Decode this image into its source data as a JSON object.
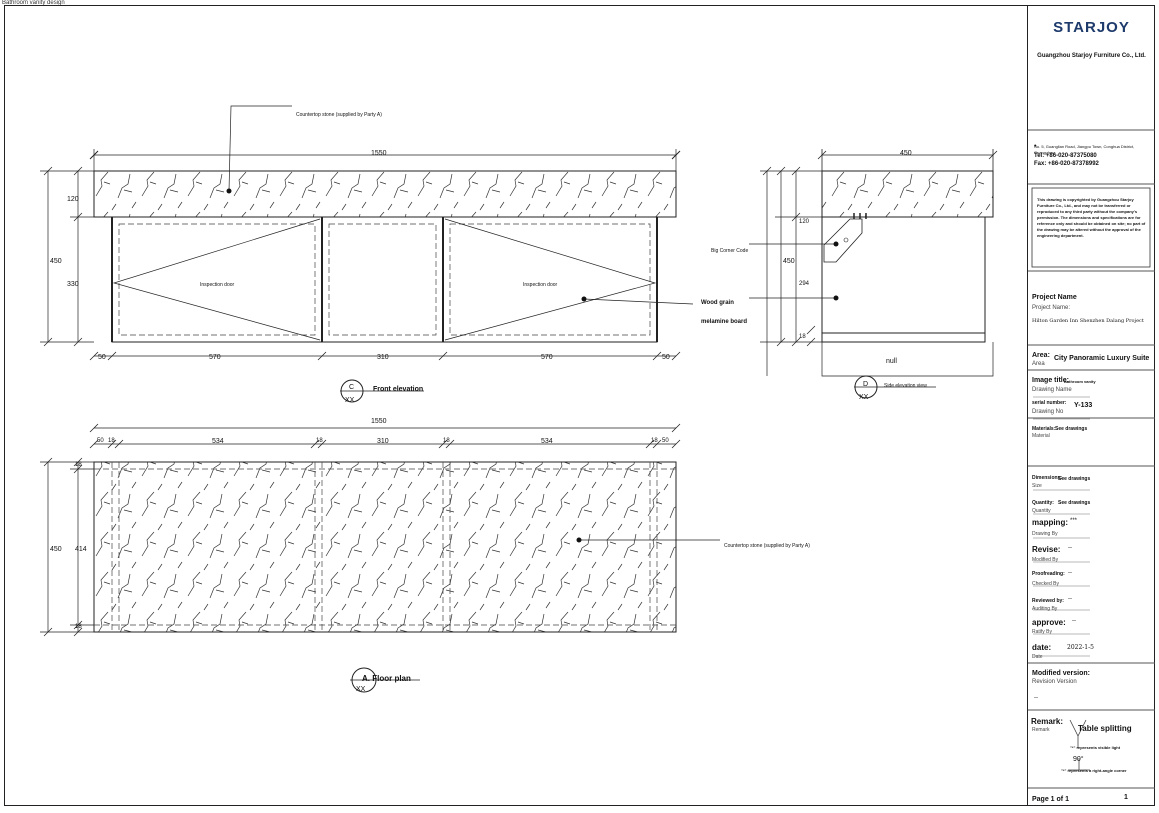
{
  "header_note": "Bathroom vanity design",
  "drawing": {
    "leader_top": "Countertop stone (supplied by Party A)",
    "leader_bottom": "Countertop stone (supplied by Party A)",
    "big_corner": "Big Corner Code",
    "wood_grain_1": "Wood grain",
    "wood_grain_2": "melamine board",
    "inspection_left": "Inspection door",
    "inspection_right": "Inspection door",
    "front": {
      "overall_width": "1550",
      "dims_bottom": [
        "50",
        "570",
        "310",
        "570",
        "50"
      ],
      "dim_120": "120",
      "dim_330": "330",
      "dim_450": "450",
      "label_letter": "C",
      "label_xx": "XX",
      "label_title": "Front elevation"
    },
    "side": {
      "overall_width": "450",
      "dim_120": "120",
      "dim_450": "450",
      "dim_294": "294",
      "dim_18": "18",
      "null_text": "null",
      "label_letter": "D",
      "label_xx": "XX",
      "label_title": "Side elevation view"
    },
    "plan": {
      "overall_width": "1550",
      "dims_top": [
        "50",
        "18",
        "534",
        "18",
        "310",
        "18",
        "534",
        "18",
        "50"
      ],
      "dim_450": "450",
      "dim_414": "414",
      "dim_18a": "18",
      "dim_18b": "18",
      "label_xx": "XX",
      "label_title": "A. Floor plan"
    }
  },
  "titleblock": {
    "logo": "STARJOY",
    "company": "Guangzhou Starjoy Furniture Co., Ltd.",
    "address": "No. 5, Guanglian Road, Jiangpu Town, Conghua District, Guangzhou",
    "tel": "Tel: +86-020-87375080",
    "fax": "Fax: +86-020-87378992",
    "copyright": "This drawing is copyrighted by Guangzhou Starjoy Furniture Co., Ltd., and may not be transferred or reproduced to any third party without the company's permission. The dimensions and specifications are for reference only and should be obtained on site; no part of the drawing may be altered without the approval of the engineering department.",
    "project_name_label": "Project Name",
    "project_name_sub": "Project Name:",
    "project_name": "Hilton Garden Inn Shenzhen Dalang Project",
    "area_label": "Area:",
    "area_sub": "Area",
    "area": "City Panoramic Luxury Suite",
    "image_title_label": "Image title:",
    "image_title": "Bathroom vanity",
    "drawing_name_sub": "Drawing Name",
    "serial_label": "serial number:",
    "serial": "Y-133",
    "drawing_no_sub": "Drawing No",
    "materials_label": "Materials:",
    "materials": "See drawings",
    "material_sub": "Material",
    "dimensions_label": "Dimensions:",
    "dimensions": "See drawings",
    "size_sub": "Size",
    "quantity_label": "Quantity:",
    "quantity": "See drawings",
    "quantity_sub": "Quantity",
    "mapping_label": "mapping:",
    "mapping": "***",
    "drawing_by_sub": "Drawing By",
    "revise_label": "Revise:",
    "revise": "--",
    "modified_by_sub": "Modified By",
    "proof_label": "Proofreading:",
    "proof": "--",
    "checked_by_sub": "Checked By",
    "reviewed_label": "Reviewed by:",
    "reviewed": "--",
    "auditing_by_sub": "Auditing By",
    "approve_label": "approve:",
    "approve": "--",
    "ratify_by_sub": "Ratify By",
    "date_label": "date:",
    "date": "2022-1-5",
    "date_sub": "Date",
    "modified_version_label": "Modified version:",
    "revision_version_sub": "Revision Version",
    "revision_value": "--",
    "remark_label": "Remark:",
    "remark_sub": "Remark",
    "table_splitting": "Table splitting",
    "visible_light": "\"*\" represents visible light",
    "angle_90": "90°",
    "right_angle": "\"*\" represents a right-angle corner",
    "page": "Page 1 of 1",
    "page_num": "1"
  }
}
